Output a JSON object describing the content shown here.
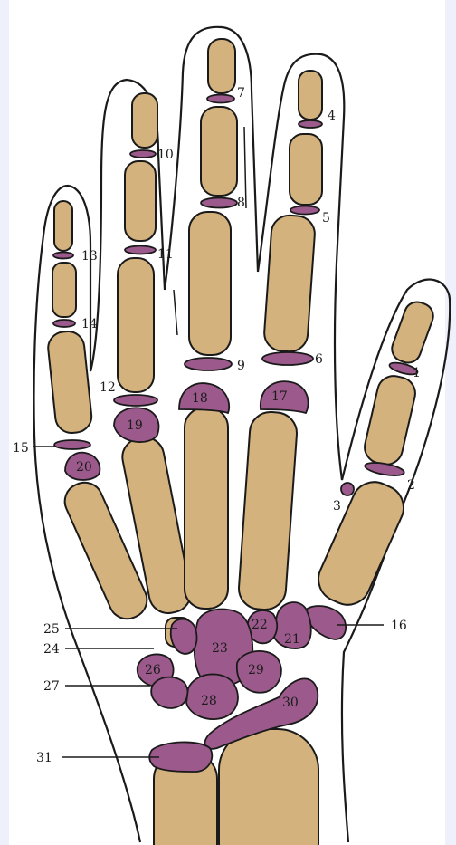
{
  "colors": {
    "background": "#eef0fb",
    "panel": "#ffffff",
    "outline": "#1a1a1a",
    "bone": "#d4b27e",
    "cartilage": "#9c5a8c"
  },
  "labels": {
    "l1": "1",
    "l2": "2",
    "l3": "3",
    "l4": "4",
    "l5": "5",
    "l6": "6",
    "l7": "7",
    "l8": "8",
    "l9": "9",
    "l10": "10",
    "l11": "11",
    "l12": "12",
    "l13": "13",
    "l14": "14",
    "l15": "15",
    "l16": "16",
    "l17": "17",
    "l18": "18",
    "l19": "19",
    "l20": "20",
    "l21": "21",
    "l22": "22",
    "l23": "23",
    "l24": "24",
    "l25": "25",
    "l26": "26",
    "l27": "27",
    "l28": "28",
    "l29": "29",
    "l30": "30",
    "l31": "31"
  }
}
